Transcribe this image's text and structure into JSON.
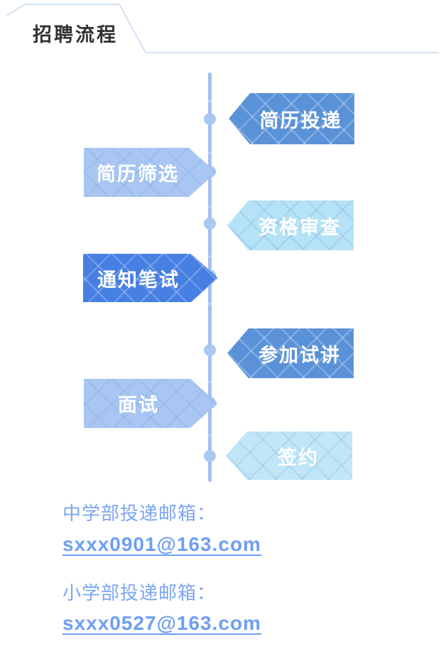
{
  "title": {
    "text": "招聘流程"
  },
  "flow": {
    "steps": [
      {
        "id": "resume-submission",
        "label": "简历投递",
        "side": "right",
        "color": "#5a92d8"
      },
      {
        "id": "resume-screening",
        "label": "简历筛选",
        "side": "left",
        "color": "#a9c6f3"
      },
      {
        "id": "qualification-review",
        "label": "资格审查",
        "side": "right",
        "color": "#b5e2f6"
      },
      {
        "id": "written-test-notice",
        "label": "通知笔试",
        "side": "left",
        "color": "#477fe2"
      },
      {
        "id": "trial-lecture",
        "label": "参加试讲",
        "side": "right",
        "color": "#5a92d8"
      },
      {
        "id": "interview",
        "label": "面试",
        "side": "left",
        "color": "#a9c6f3"
      },
      {
        "id": "signing",
        "label": "签约",
        "side": "right",
        "color": "#c0e6f8"
      }
    ],
    "timeline_color": "#a3c1f0",
    "dot_color": "#a9c8f3"
  },
  "contacts": [
    {
      "label": "中学部投递邮箱：",
      "email": "sxxx0901@163.com"
    },
    {
      "label": "小学部投递邮箱：",
      "email": "sxxx0527@163.com"
    }
  ],
  "colors": {
    "title_text": "#333333",
    "frame_line": "#c7d8f1",
    "contact_label": "#7ba6f2",
    "contact_link": "#6f9ef4",
    "step_text": "#ffffff"
  }
}
